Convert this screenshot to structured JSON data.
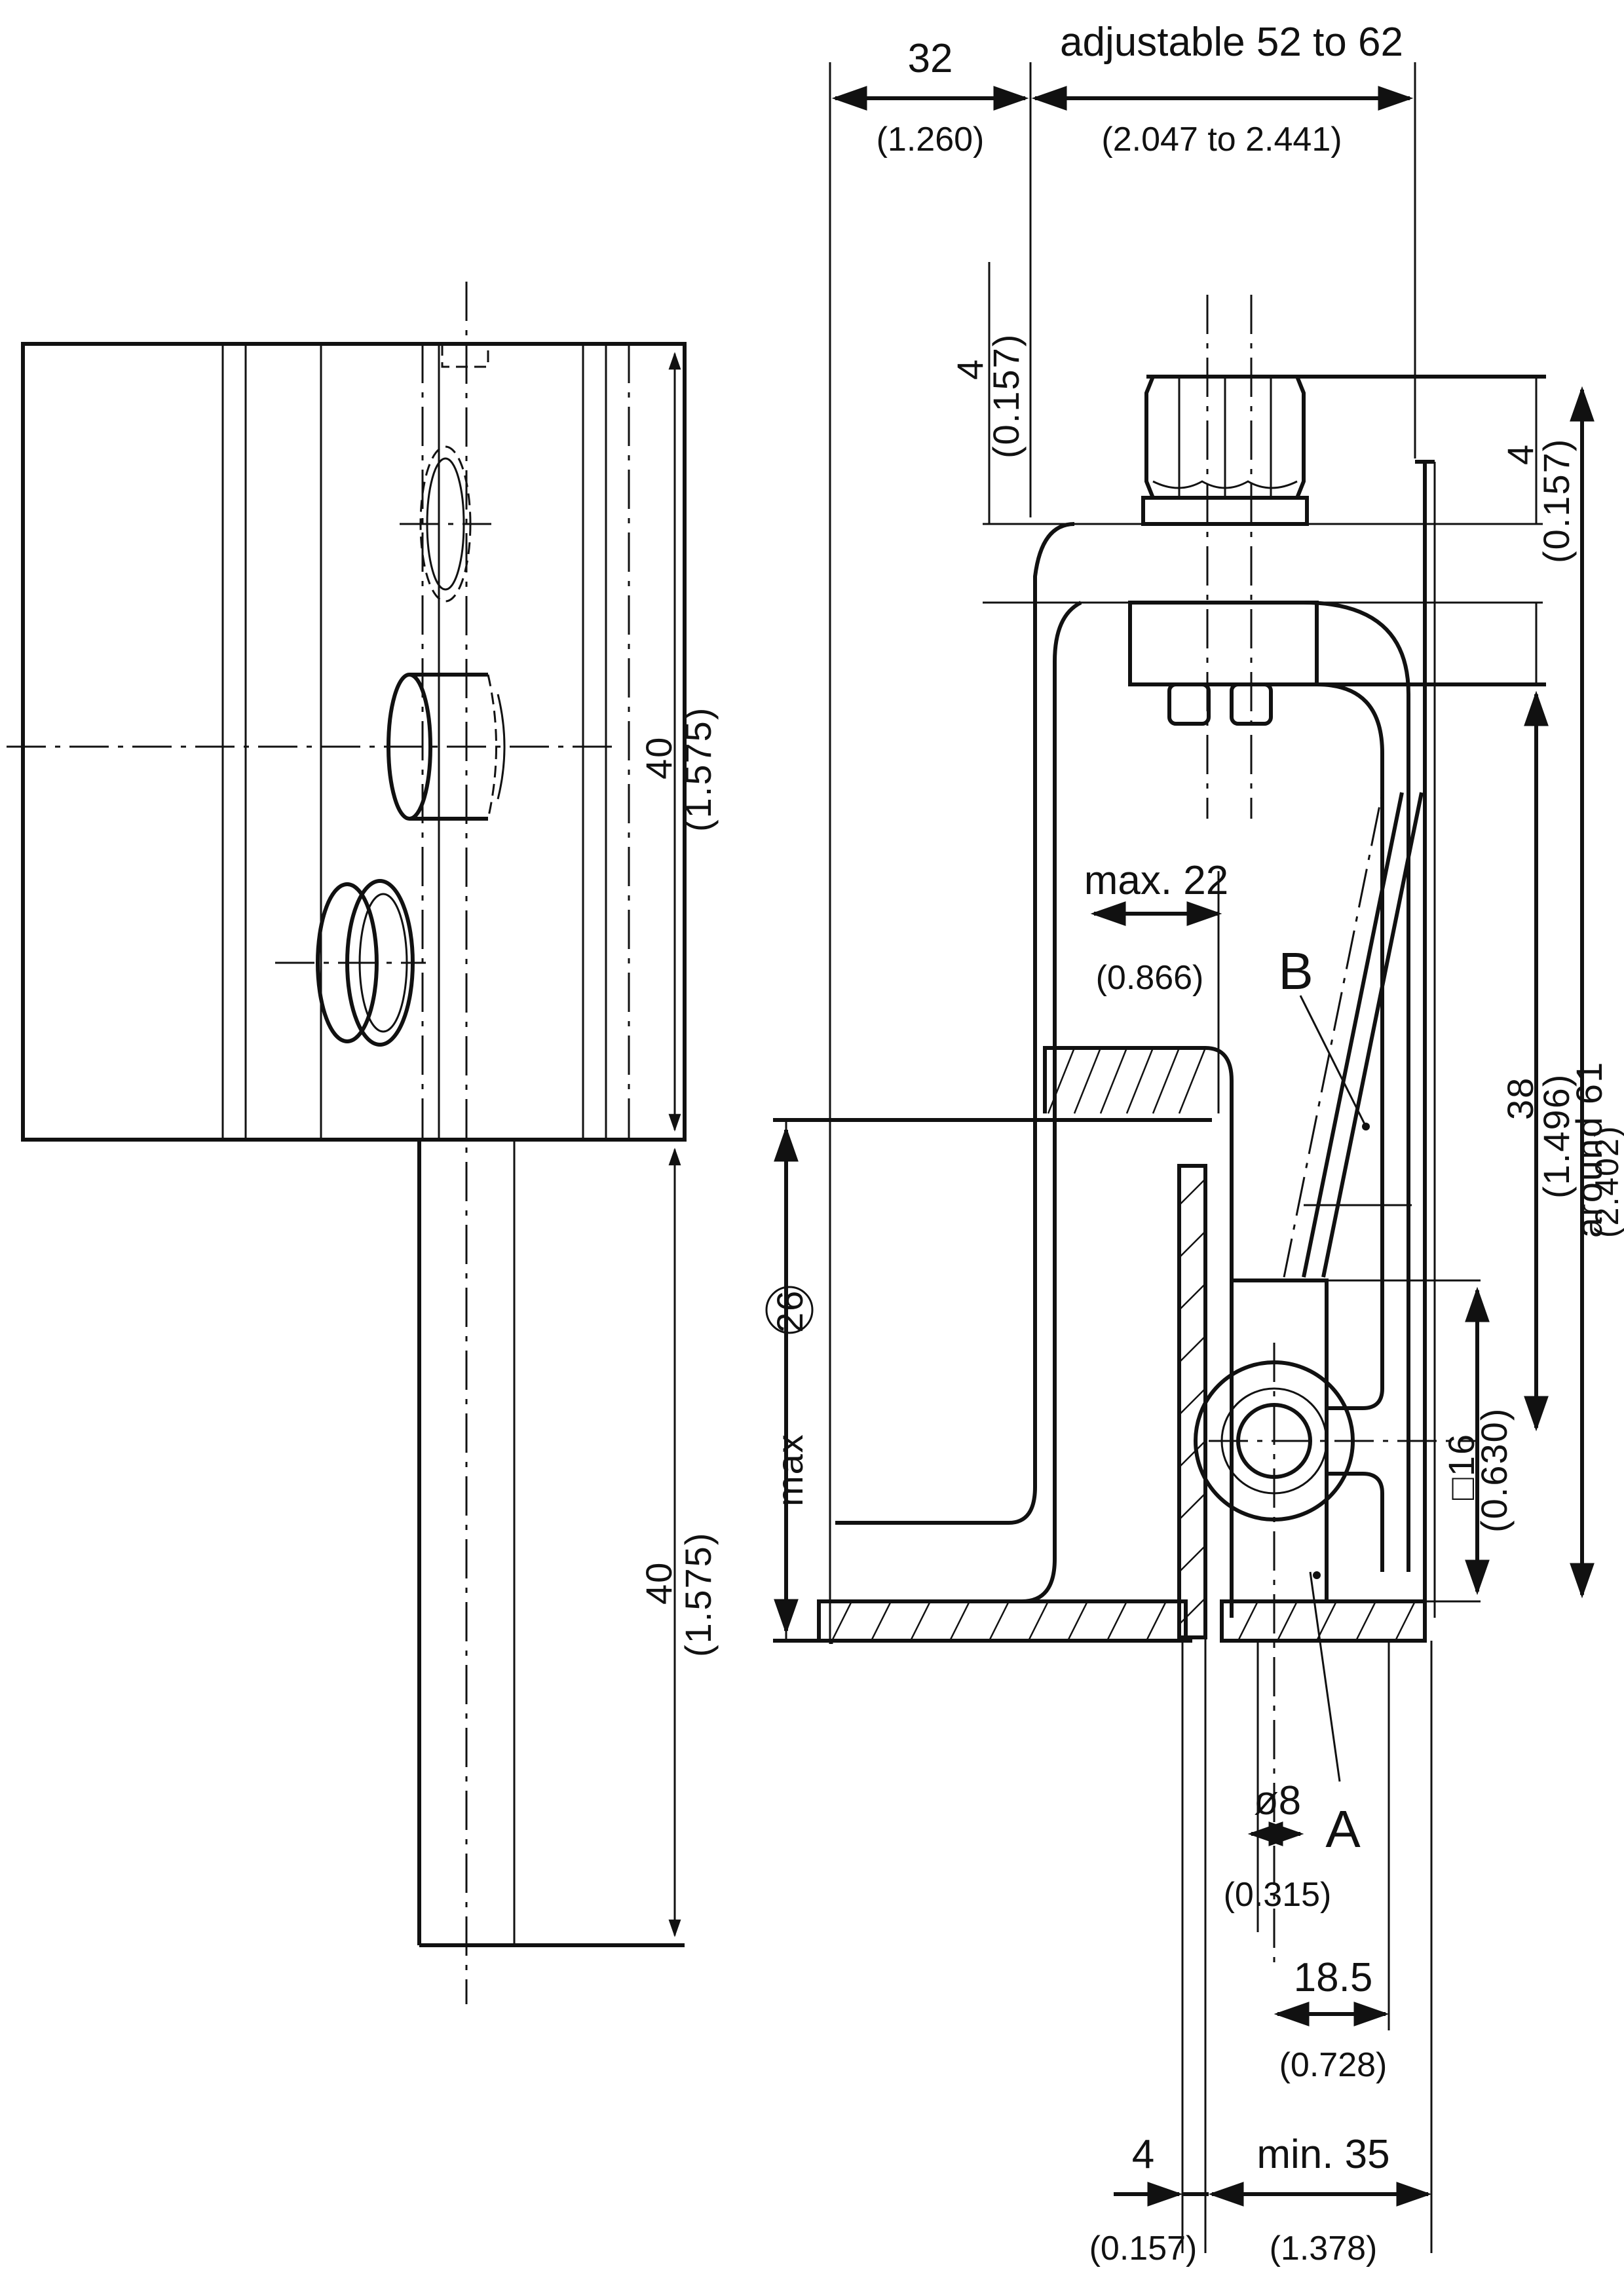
{
  "dimensions": {
    "width_32": "32",
    "width_32_in": "(1.260)",
    "adjustable": "adjustable  52  to  62",
    "adjustable_in": "(2.047  to  2.441)",
    "head_4": "4",
    "head_4_in": "(0.157)",
    "right_4": "4",
    "right_4_in": "(0.157)",
    "height_40_top": "40",
    "height_40_top_in": "(1.575)",
    "height_40_bottom": "40",
    "height_40_bottom_in": "(1.575)",
    "max22": "max.  22",
    "max22_in": "(0.866)",
    "label_b": "B",
    "label_a": "A",
    "h38": "38",
    "h38_in": "(1.496)",
    "around61": "around  61",
    "around61_in": "(2.402)",
    "max26_prefix": "max",
    "max26_value": "26",
    "sq16": "□16",
    "sq16_in": "(0.630)",
    "dia8": "ø8",
    "dia8_in": "(0.315)",
    "d185": "18.5",
    "d185_in": "(0.728)",
    "bottom_4": "4",
    "bottom_4_in": "(0.157)",
    "min35": "min.  35",
    "min35_in": "(1.378)"
  }
}
